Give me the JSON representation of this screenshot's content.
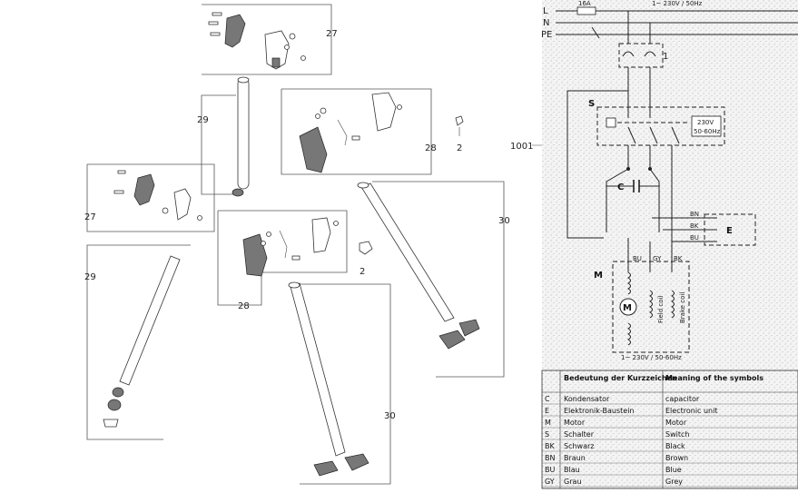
{
  "parts": {
    "callouts": {
      "p27_top": "27",
      "p29_top": "29",
      "p28_top": "28",
      "p2_top": "2",
      "p1001": "1001",
      "p27_left": "27",
      "p30_right": "30",
      "p29_left": "29",
      "p2_mid": "2",
      "p28_mid": "28",
      "p30_bottom": "30"
    }
  },
  "schematic": {
    "lines": {
      "L": "L",
      "N": "N",
      "PE": "PE"
    },
    "fuse": "16A",
    "supply_top": "1~ 230V / 50Hz",
    "plug_label": "1",
    "switch_label": "S",
    "electronic_box": {
      "line1": "230V",
      "line2": "50-60Hz"
    },
    "capacitor_label": "C",
    "wire_colors": [
      "BN",
      "BK",
      "BU"
    ],
    "electronic_unit_label": "E",
    "motor_label": "M",
    "motor_symbol": "M",
    "motor_wires": [
      "BU",
      "GY",
      "BK"
    ],
    "field_coil_1": "Field coil",
    "field_coil_2": "Brake coil",
    "motor_supply": "1~ 230V / 50-60Hz"
  },
  "legend": {
    "header_de": "Bedeutung der Kurzzeichen",
    "header_en": "Meaning of the symbols",
    "rows": [
      {
        "code": "C",
        "de": "Kondensator",
        "en": "capacitor"
      },
      {
        "code": "E",
        "de": "Elektronik-Baustein",
        "en": "Electronic unit"
      },
      {
        "code": "M",
        "de": "Motor",
        "en": "Motor"
      },
      {
        "code": "S",
        "de": "Schalter",
        "en": "Switch"
      },
      {
        "code": "BK",
        "de": "Schwarz",
        "en": "Black"
      },
      {
        "code": "BN",
        "de": "Braun",
        "en": "Brown"
      },
      {
        "code": "BU",
        "de": "Blau",
        "en": "Blue"
      },
      {
        "code": "GY",
        "de": "Grau",
        "en": "Grey"
      }
    ]
  }
}
